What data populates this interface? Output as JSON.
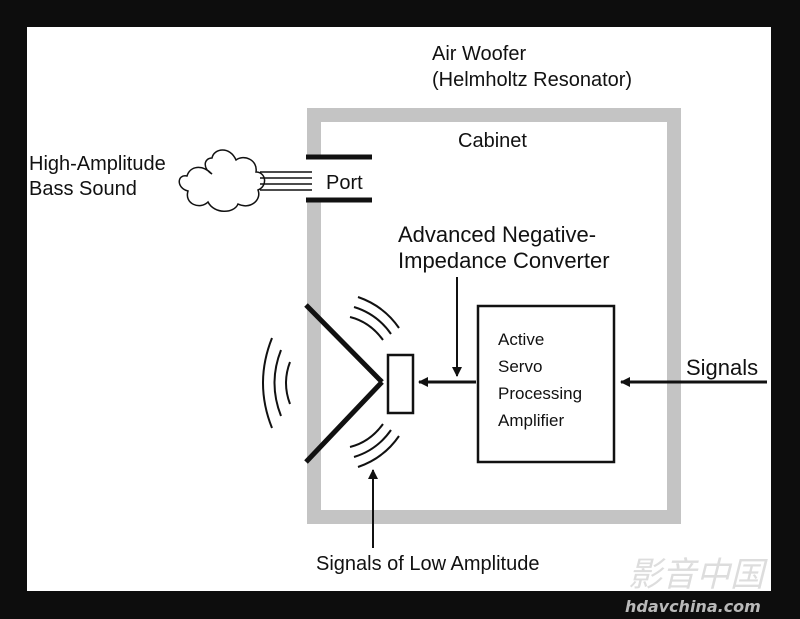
{
  "labels": {
    "air_woofer": "Air Woofer",
    "helmholtz": "(Helmholtz Resonator)",
    "cabinet": "Cabinet",
    "high_amplitude_1": "High-Amplitude",
    "high_amplitude_2": "Bass Sound",
    "port": "Port",
    "converter_1": "Advanced Negative-",
    "converter_2": "Impedance Converter",
    "amp_1": "Active",
    "amp_2": "Servo",
    "amp_3": "Processing",
    "amp_4": "Amplifier",
    "signals": "Signals",
    "low_amplitude": "Signals of Low Amplitude"
  },
  "watermark": {
    "chinese": "影音中国",
    "url": "hdavchina.com"
  },
  "colors": {
    "background": "#0d0d0d",
    "panel": "#ffffff",
    "cabinet_wall": "#c4c4c4",
    "ink": "#111111"
  }
}
